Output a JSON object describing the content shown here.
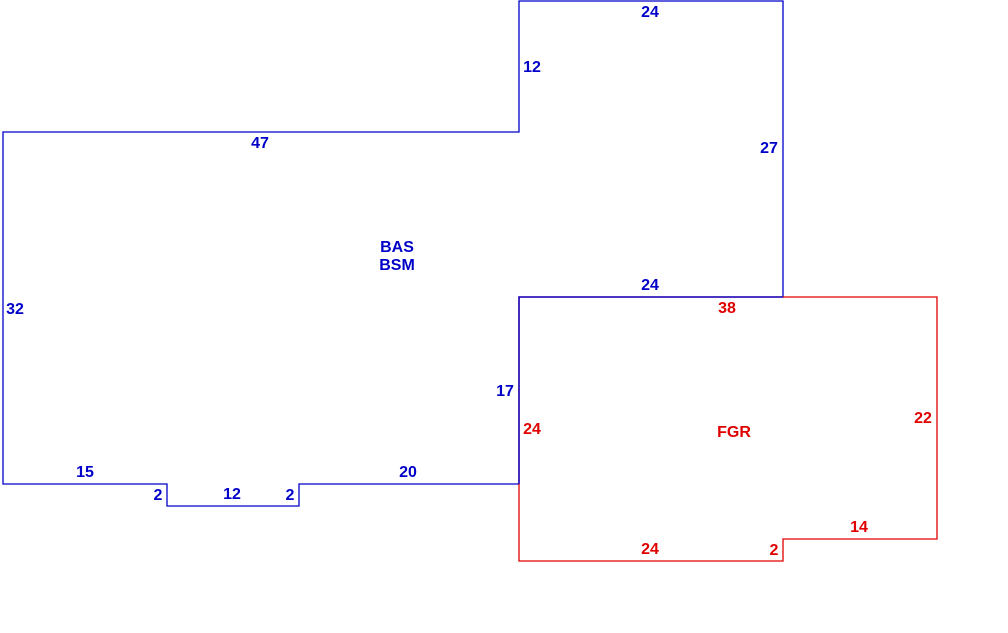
{
  "colors": {
    "house": "#0000c8",
    "garage": "#e00000",
    "background": "#ffffff"
  },
  "house": {
    "area_codes": [
      "BAS",
      "BSM"
    ],
    "dimensions": {
      "top_right_width": "24",
      "upper_step": "12",
      "upper_left_width": "47",
      "right_side": "27",
      "shared_top": "24",
      "left_side": "32",
      "inner_step": "17",
      "bottom_left": "15",
      "notch_left": "2",
      "notch_bottom": "12",
      "notch_right": "2",
      "bottom_mid": "20"
    }
  },
  "garage": {
    "area_code": "FGR",
    "dimensions": {
      "top": "38",
      "left": "24",
      "right": "22",
      "bottom_right": "14",
      "bottom_step": "2",
      "bottom_left": "24"
    }
  }
}
